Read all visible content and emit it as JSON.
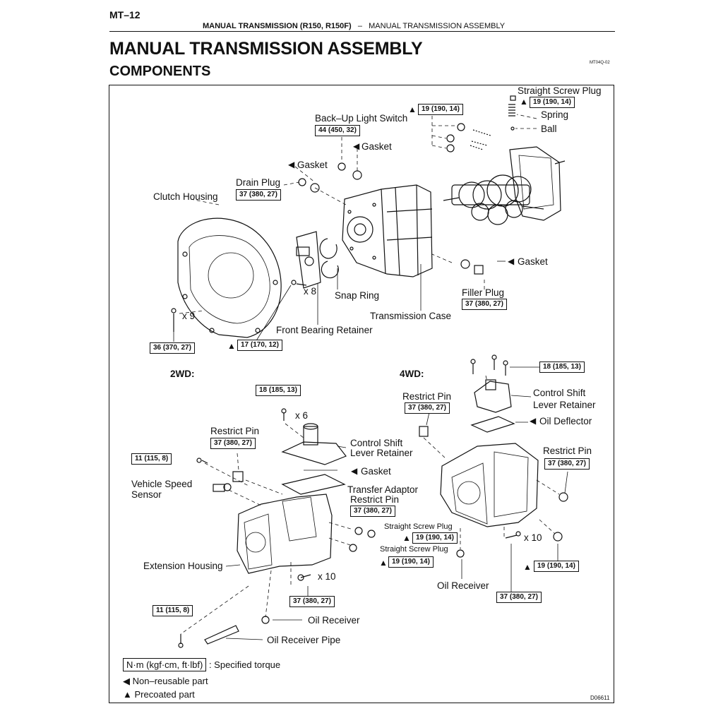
{
  "header": {
    "page_number": "MT–12",
    "section": "MANUAL TRANSMISSION (R150, R150F)",
    "separator": "–",
    "subsection": "MANUAL TRANSMISSION ASSEMBLY"
  },
  "title": "MANUAL TRANSMISSION ASSEMBLY",
  "subtitle": "COMPONENTS",
  "image_code": "MT04Q-02",
  "figure_code": "D06611",
  "markers": {
    "non_reusable": "◀",
    "precoated": "▲"
  },
  "labels": {
    "straight_screw_plug_top": "Straight Screw Plug",
    "spring": "Spring",
    "ball": "Ball",
    "backup_light_switch": "Back–Up Light Switch",
    "gasket_1": "Gasket",
    "gasket_2": "Gasket",
    "drain_plug": "Drain Plug",
    "clutch_housing": "Clutch Housing",
    "gasket_3": "Gasket",
    "filler_plug": "Filler Plug",
    "snap_ring": "Snap Ring",
    "transmission_case": "Transmission Case",
    "front_bearing_retainer": "Front Bearing Retainer",
    "x8": "x 8",
    "x9": "x 9",
    "section_2wd": "2WD:",
    "section_4wd": "4WD:",
    "x6": "x 6",
    "restrict_pin_2wd": "Restrict Pin",
    "control_shift_lever_retainer_2wd_1": "Control Shift",
    "control_shift_lever_retainer_2wd_2": "Lever Retainer",
    "gasket_2wd": "Gasket",
    "vehicle_speed_sensor_1": "Vehicle Speed",
    "vehicle_speed_sensor_2": "Sensor",
    "transfer_adaptor": "Transfer Adaptor",
    "restrict_pin_2wd_b": "Restrict Pin",
    "straight_screw_plug_a": "Straight Screw Plug",
    "straight_screw_plug_b": "Straight Screw Plug",
    "extension_housing": "Extension Housing",
    "x10_2wd": "x 10",
    "oil_receiver_2wd": "Oil Receiver",
    "oil_receiver_pipe": "Oil Receiver Pipe",
    "restrict_pin_4wd": "Restrict Pin",
    "control_shift_lever_retainer_4wd_1": "Control Shift",
    "control_shift_lever_retainer_4wd_2": "Lever Retainer",
    "oil_deflector": "Oil Deflector",
    "restrict_pin_4wd_b": "Restrict Pin",
    "x10_4wd": "x 10",
    "oil_receiver_4wd": "Oil Receiver"
  },
  "torques": {
    "straight_screw_plug_top": "19 (190, 14)",
    "plugs_19": "19 (190, 14)",
    "backup_light_switch": "44 (450, 32)",
    "drain_plug": "37 (380, 27)",
    "filler_plug": "37 (380, 27)",
    "front_bearing_retainer": "17 (170, 12)",
    "clutch_housing": "36 (370, 27)",
    "retainer_2wd": "18 (185, 13)",
    "restrict_pin_2wd": "37 (380, 27)",
    "vss_bolt": "11 (115, 8)",
    "restrict_pin_2wd_b": "37 (380, 27)",
    "plug_2wd_a": "19 (190, 14)",
    "plug_2wd_b": "19 (190, 14)",
    "extension_housing": "37 (380, 27)",
    "pipe_bolt": "11 (115, 8)",
    "retainer_4wd": "18 (185, 13)",
    "restrict_pin_4wd": "37 (380, 27)",
    "restrict_pin_4wd_b": "37 (380, 27)",
    "plug_4wd": "19 (190, 14)",
    "adaptor_4wd": "37 (380, 27)"
  },
  "legend": {
    "torque_unit": "N·m (kgf·cm, ft·lbf)",
    "torque_desc": ": Specified torque",
    "non_reusable": "Non–reusable part",
    "precoated": "Precoated part"
  }
}
